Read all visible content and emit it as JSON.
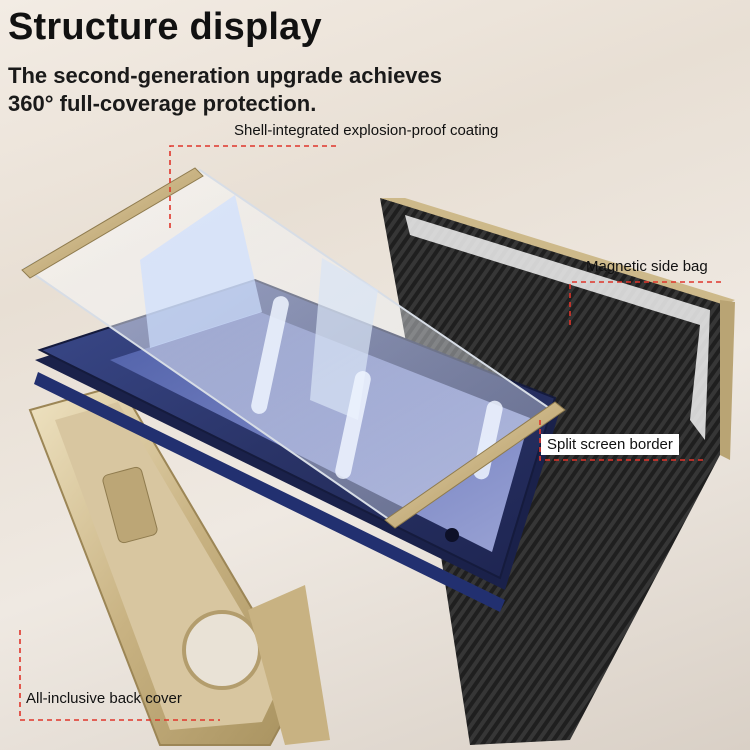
{
  "heading": {
    "title": "Structure display",
    "subtitle_line1": "The second-generation upgrade achieves",
    "subtitle_line2": "360° full-coverage protection."
  },
  "callouts": {
    "coating": "Shell-integrated explosion-proof coating",
    "side_bag": "Magnetic side bag",
    "split_border": "Split screen border",
    "back_cover": "All-inclusive back cover"
  },
  "colors": {
    "callout_line": "#e0352b",
    "gold": "#cdb98a",
    "phone_blue": "#2c3670",
    "carbon": "#262626"
  }
}
